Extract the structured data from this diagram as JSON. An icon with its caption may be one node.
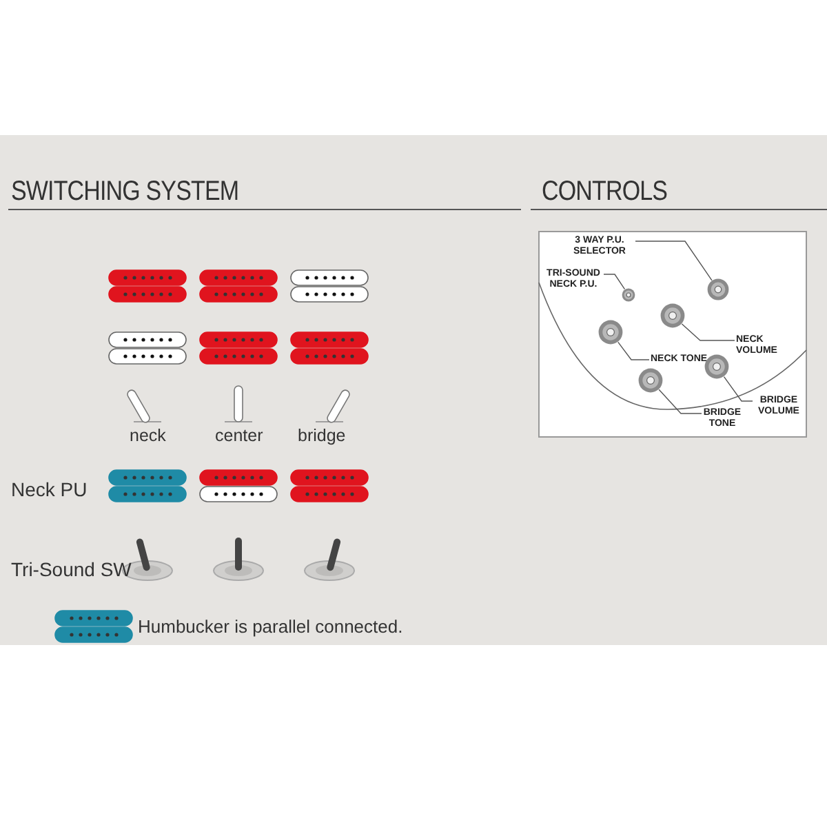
{
  "diagram": {
    "nodes": [
      {
        "text": [
          "3 WAY P.U. SELECTOR"
        ]
      },
      {
        "text": [],
        "shape": "circle"
      },
      {
        "text": [
          "TRI-SOUND NECK P.U."
        ]
      },
      {
        "text": [],
        "shape": "circle"
      },
      {
        "text": [],
        "shape": "circle"
      },
      {
        "text": [],
        "shape": "circle"
      },
      {
        "text": [
          "NECK VOLUME"
        ]
      },
      {
        "text": [
          "NECK TONE"
        ]
      },
      {
        "text": [],
        "shape": "circle"
      },
      {
        "text": [],
        "shape": "circle"
      },
      {
        "text": [
          "BRIDGE VOLUME"
        ]
      },
      {
        "text": [
          "BRIDGE TONE"
        ]
      }
    ],
    "edges": [
      {
        "from": 0,
        "to": 1,
        "arrow": "none"
      },
      {
        "from": 2,
        "to": 3,
        "arrow": "none"
      },
      {
        "from": 6,
        "to": 4,
        "arrow": "none"
      },
      {
        "from": 7,
        "to": 5,
        "arrow": "none"
      },
      {
        "from": 10,
        "to": 8,
        "arrow": "none"
      },
      {
        "from": 11,
        "to": 9,
        "arrow": "none"
      }
    ],
    "labels": [
      "SWITCHING SYSTEM",
      "CONTROLS",
      "neck",
      "center",
      "bridge",
      "Neck PU",
      "Tri-Sound SW"
    ],
    "legend": [
      {
        "text": "Humbucker is parallel connected.",
        "color": "#1f8ba6"
      }
    ]
  }
}
